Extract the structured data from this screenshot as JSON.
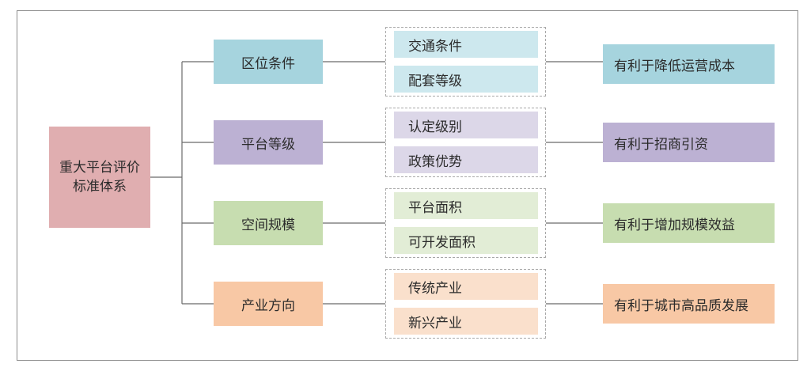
{
  "root": {
    "label": "重大平台评价标准体系"
  },
  "branches": [
    {
      "category": "区位条件",
      "subs": [
        "交通条件",
        "配套等级"
      ],
      "result": "有利于降低运营成本",
      "colors": {
        "cat": "#a6d4de",
        "sub": "#cde8ee",
        "res": "#a6d4de"
      }
    },
    {
      "category": "平台等级",
      "subs": [
        "认定级别",
        "政策优势"
      ],
      "result": "有利于招商引资",
      "colors": {
        "cat": "#bcb1d3",
        "sub": "#dcd7e8",
        "res": "#bcb1d3"
      }
    },
    {
      "category": "空间规模",
      "subs": [
        "平台面积",
        "可开发面积"
      ],
      "result": "有利于增加规模效益",
      "colors": {
        "cat": "#c7ddb0",
        "sub": "#e2edd6",
        "res": "#c7ddb0"
      }
    },
    {
      "category": "产业方向",
      "subs": [
        "传统产业",
        "新兴产业"
      ],
      "result": "有利于城市高品质发展",
      "colors": {
        "cat": "#f8c8a5",
        "sub": "#fae0cc",
        "res": "#f8c8a5"
      }
    }
  ],
  "colors": {
    "root": "#e0aeb0",
    "line": "#6b6b6b",
    "frame": "#8c8c8c",
    "group_border": "#a8a8a8"
  }
}
